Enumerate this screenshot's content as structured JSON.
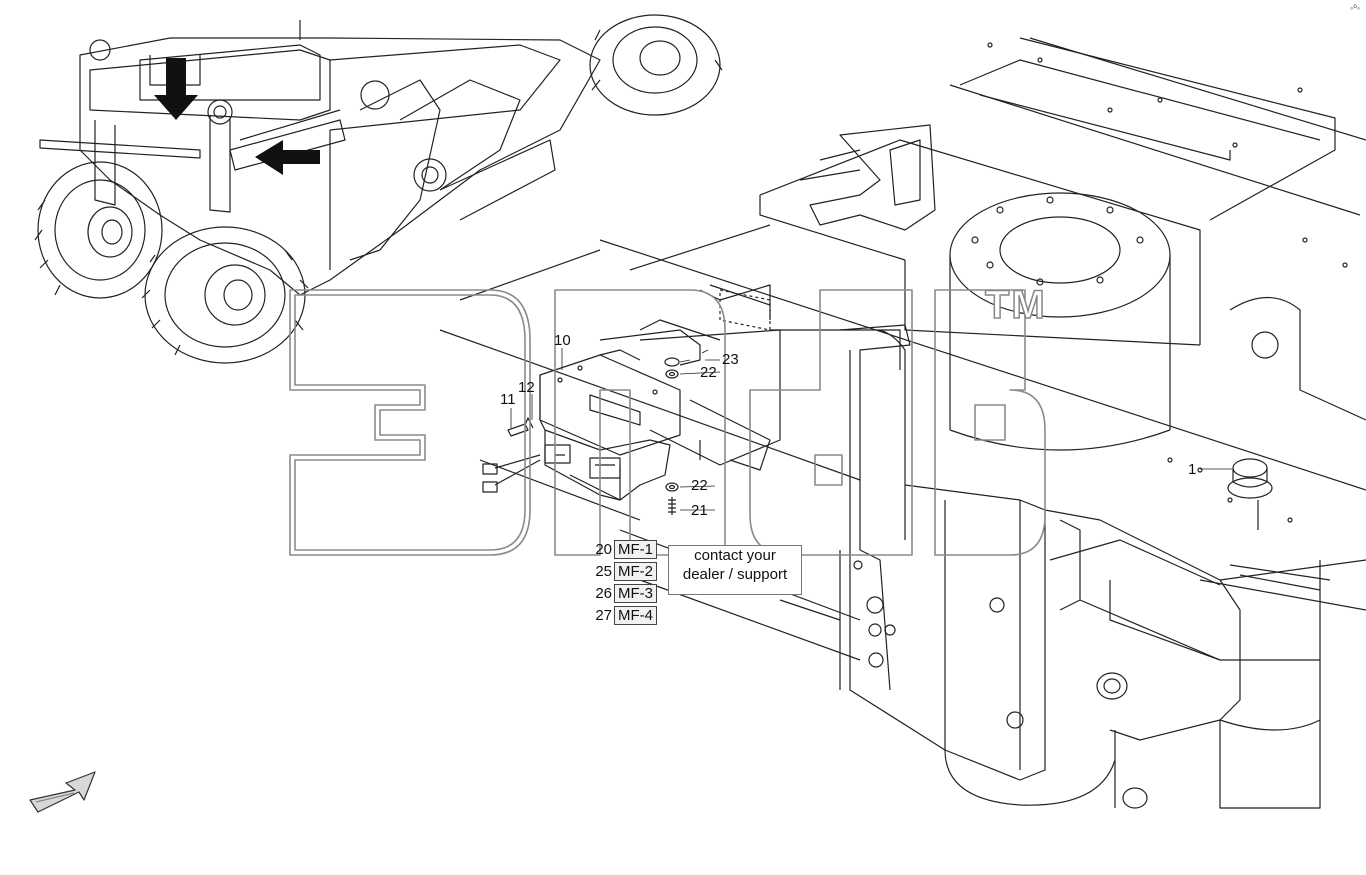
{
  "diagram": {
    "callouts": [
      {
        "id": "c10",
        "text": "10"
      },
      {
        "id": "c12",
        "text": "12"
      },
      {
        "id": "c11",
        "text": "11"
      },
      {
        "id": "c23",
        "text": "23"
      },
      {
        "id": "c22a",
        "text": "22"
      },
      {
        "id": "c22b",
        "text": "22"
      },
      {
        "id": "c21",
        "text": "21"
      },
      {
        "id": "c1",
        "text": "1"
      }
    ],
    "mf_refs": [
      {
        "num": "20",
        "code": "MF-1"
      },
      {
        "num": "25",
        "code": "MF-2"
      },
      {
        "num": "26",
        "code": "MF-3"
      },
      {
        "num": "27",
        "code": "MF-4"
      }
    ],
    "note": "contact your\ndealer / support",
    "watermark_tm": "TM"
  },
  "icons": {
    "nav_arrow": "navigate-arrow-icon",
    "location_arrow_down": "arrow-down-icon",
    "location_arrow_left": "arrow-left-icon",
    "corner_mark": "link-icon"
  },
  "colors": {
    "line": "#222222",
    "watermark_stroke": "#8a8a8a",
    "box_fill": "#f1f1f1"
  }
}
